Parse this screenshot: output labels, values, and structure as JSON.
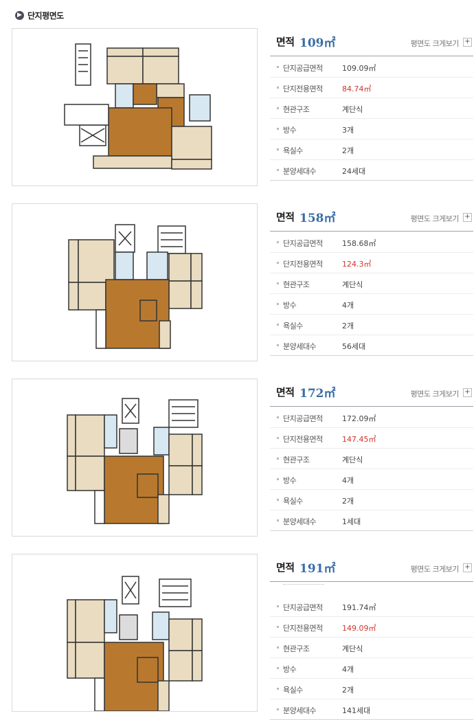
{
  "page": {
    "title": "단지평면도",
    "title_icon": "arrow-right-circle-icon"
  },
  "colors": {
    "accent_area": "#3a6ea5",
    "exclusive_value": "#d2322d",
    "floor_wood": "#b8792f",
    "room_beige": "#e9dcc1"
  },
  "units": [
    {
      "area_label": "면적",
      "area_value": "109㎡",
      "enlarge_label": "평면도 크게보기",
      "enlarge_icon": "plus-icon",
      "rows": [
        {
          "label": "단지공급면적",
          "value": "109.09㎡"
        },
        {
          "label": "단지전용면적",
          "value": "84.74㎡"
        },
        {
          "label": "현관구조",
          "value": "계단식"
        },
        {
          "label": "방수",
          "value": "3개"
        },
        {
          "label": "욕실수",
          "value": "2개"
        },
        {
          "label": "분양세대수",
          "value": "24세대"
        }
      ]
    },
    {
      "area_label": "면적",
      "area_value": "158㎡",
      "enlarge_label": "평면도 크게보기",
      "enlarge_icon": "plus-icon",
      "rows": [
        {
          "label": "단지공급면적",
          "value": "158.68㎡"
        },
        {
          "label": "단지전용면적",
          "value": "124.3㎡"
        },
        {
          "label": "현관구조",
          "value": "계단식"
        },
        {
          "label": "방수",
          "value": "4개"
        },
        {
          "label": "욕실수",
          "value": "2개"
        },
        {
          "label": "분양세대수",
          "value": "56세대"
        }
      ]
    },
    {
      "area_label": "면적",
      "area_value": "172㎡",
      "enlarge_label": "평면도 크게보기",
      "enlarge_icon": "plus-icon",
      "rows": [
        {
          "label": "단지공급면적",
          "value": "172.09㎡"
        },
        {
          "label": "단지전용면적",
          "value": "147.45㎡"
        },
        {
          "label": "현관구조",
          "value": "계단식"
        },
        {
          "label": "방수",
          "value": "4개"
        },
        {
          "label": "욕실수",
          "value": "2개"
        },
        {
          "label": "분양세대수",
          "value": "1세대"
        }
      ]
    },
    {
      "area_label": "면적",
      "area_value": "191㎡",
      "enlarge_label": "평면도 크게보기",
      "enlarge_icon": "plus-icon",
      "rows": [
        {
          "label": "단지공급면적",
          "value": "191.74㎡"
        },
        {
          "label": "단지전용면적",
          "value": "149.09㎡"
        },
        {
          "label": "현관구조",
          "value": "계단식"
        },
        {
          "label": "방수",
          "value": "4개"
        },
        {
          "label": "욕실수",
          "value": "2개"
        },
        {
          "label": "분양세대수",
          "value": "141세대"
        }
      ]
    }
  ]
}
